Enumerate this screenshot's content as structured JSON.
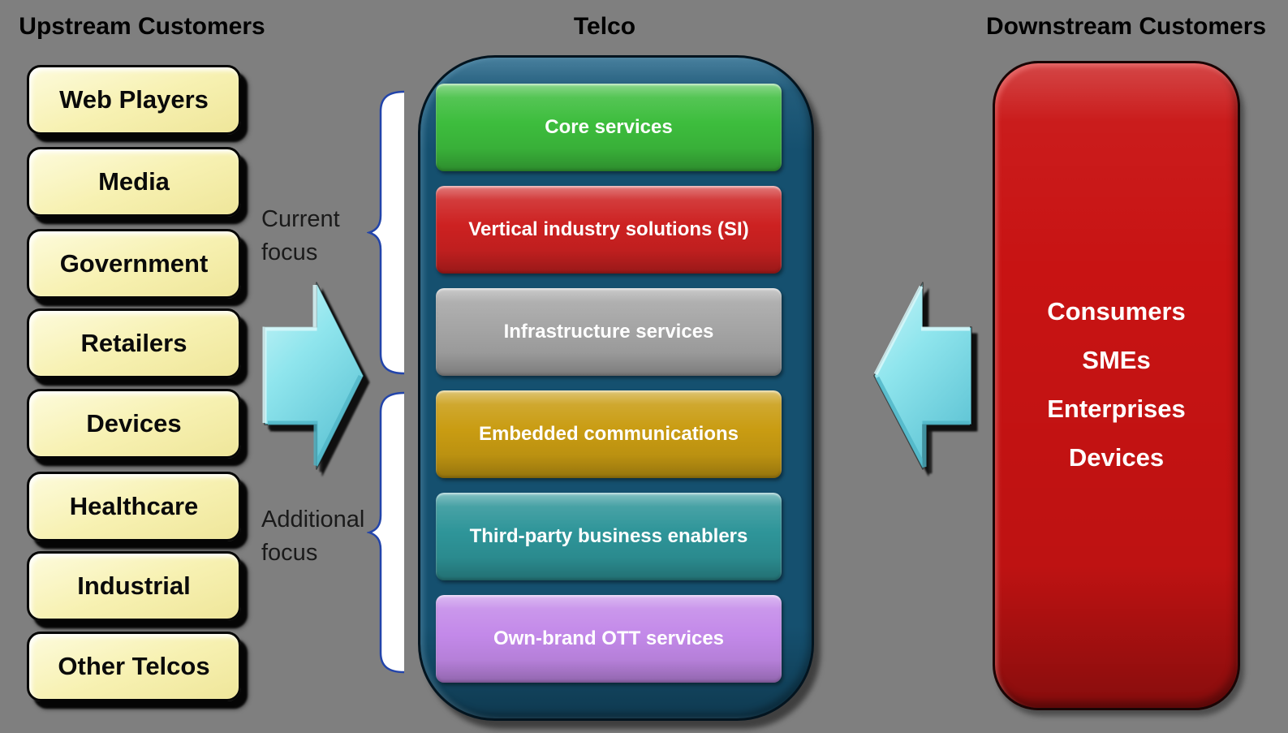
{
  "titles": {
    "upstream": "Upstream Customers",
    "telco": "Telco",
    "downstream": "Downstream Customers"
  },
  "upstream": {
    "items": [
      "Web Players",
      "Media",
      "Government",
      "Retailers",
      "Devices",
      "Healthcare",
      "Industrial",
      "Other Telcos"
    ]
  },
  "focus": {
    "current": "Current\nfocus",
    "additional": "Additional\nfocus"
  },
  "telco": {
    "bars": [
      {
        "label": "Core services",
        "color": "#3DBD3D"
      },
      {
        "label": "Vertical industry solutions (SI)",
        "color": "#CD2121"
      },
      {
        "label": "Infrastructure services",
        "color": "#A5A5A5"
      },
      {
        "label": "Embedded communications",
        "color": "#C99C12"
      },
      {
        "label": "Third-party business enablers",
        "color": "#2E9599"
      },
      {
        "label": "Own-brand OTT services",
        "color": "#C389E9"
      }
    ]
  },
  "downstream": {
    "items": [
      "Consumers",
      "SMEs",
      "Enterprises",
      "Devices"
    ]
  },
  "colors": {
    "background": "#7F7F7F",
    "title_text": "#000000",
    "label_text": "#1A1A1A",
    "panel_blue": "#15506F",
    "panel_border": "#03141F",
    "upstream_yellow": "#F7F1B2",
    "upstream_yellow_light": "#FDFBDC",
    "upstream_yellow_dark": "#EFE69A",
    "box_border": "#050505",
    "downstream_red": "#C81313",
    "arrow_cyan": "#8FE5ED",
    "arrow_cyan_light": "#C9F4F8",
    "arrow_cyan_dark": "#62C6D6",
    "brace_blue": "#2244AA",
    "bar_text": "#FFFFFF"
  }
}
